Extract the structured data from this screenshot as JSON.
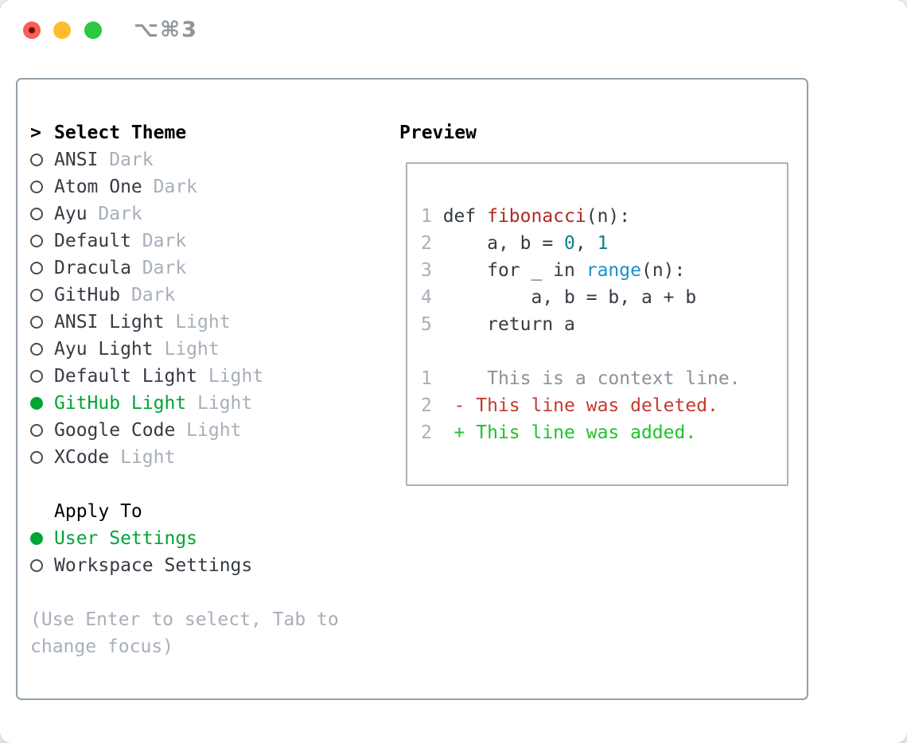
{
  "window": {
    "shortcut": "⌥⌘3",
    "traffic_lights": [
      "close-icon",
      "minimize-icon",
      "zoom-icon"
    ]
  },
  "theme_picker": {
    "title_prefix": ">",
    "title": "Select Theme",
    "items": [
      {
        "label": "ANSI",
        "variant": "Dark",
        "selected": false
      },
      {
        "label": "Atom One",
        "variant": "Dark",
        "selected": false
      },
      {
        "label": "Ayu",
        "variant": "Dark",
        "selected": false
      },
      {
        "label": "Default",
        "variant": "Dark",
        "selected": false
      },
      {
        "label": "Dracula",
        "variant": "Dark",
        "selected": false
      },
      {
        "label": "GitHub",
        "variant": "Dark",
        "selected": false
      },
      {
        "label": "ANSI Light",
        "variant": "Light",
        "selected": false
      },
      {
        "label": "Ayu Light",
        "variant": "Light",
        "selected": false
      },
      {
        "label": "Default Light",
        "variant": "Light",
        "selected": false
      },
      {
        "label": "GitHub Light",
        "variant": "Light",
        "selected": true
      },
      {
        "label": "Google Code",
        "variant": "Light",
        "selected": false
      },
      {
        "label": "XCode",
        "variant": "Light",
        "selected": false
      }
    ],
    "apply_to": {
      "title": "Apply To",
      "options": [
        {
          "label": "User Settings",
          "selected": true
        },
        {
          "label": "Workspace Settings",
          "selected": false
        }
      ]
    },
    "hint": "(Use Enter to select, Tab to change focus)"
  },
  "preview": {
    "title": "Preview",
    "lines": [
      {
        "segments": [
          {
            "t": "1 ",
            "c": "gutter"
          },
          {
            "t": "def ",
            "c": "code"
          },
          {
            "t": "fibonacci",
            "c": "function"
          },
          {
            "t": "(n):",
            "c": "code"
          }
        ]
      },
      {
        "segments": [
          {
            "t": "2 ",
            "c": "gutter"
          },
          {
            "t": "    a, b = ",
            "c": "code"
          },
          {
            "t": "0",
            "c": "number"
          },
          {
            "t": ", ",
            "c": "code"
          },
          {
            "t": "1",
            "c": "number"
          }
        ]
      },
      {
        "segments": [
          {
            "t": "3 ",
            "c": "gutter"
          },
          {
            "t": "    for _ in ",
            "c": "code"
          },
          {
            "t": "range",
            "c": "builtin"
          },
          {
            "t": "(n):",
            "c": "code"
          }
        ]
      },
      {
        "segments": [
          {
            "t": "4 ",
            "c": "gutter"
          },
          {
            "t": "        a, b = b, a + b",
            "c": "code"
          }
        ]
      },
      {
        "segments": [
          {
            "t": "5 ",
            "c": "gutter"
          },
          {
            "t": "    return a",
            "c": "code"
          }
        ]
      },
      {
        "segments": []
      },
      {
        "segments": [
          {
            "t": "1 ",
            "c": "gutter"
          },
          {
            "t": "    This is a context line.",
            "c": "context"
          }
        ]
      },
      {
        "segments": [
          {
            "t": "2 ",
            "c": "gutter"
          },
          {
            "t": " - This line was deleted.",
            "c": "deleted"
          }
        ]
      },
      {
        "segments": [
          {
            "t": "2 ",
            "c": "gutter"
          },
          {
            "t": " + This line was added.",
            "c": "added"
          }
        ]
      }
    ]
  },
  "colors": {
    "text": "#353b44",
    "muted": "#a7afba",
    "selected": "#00a535",
    "function": "#b02b20",
    "number": "#0e7f86",
    "builtin": "#1b8fd0",
    "context": "#8b9299",
    "deleted": "#c43a2e",
    "added": "#1dc327",
    "panel-border": "#939faa",
    "preview-border": "#a9b2bb",
    "shortcut": "#8f959b",
    "light-red": "#f95f55",
    "light-yellow": "#fdbc2e",
    "light-green": "#2bc840"
  }
}
